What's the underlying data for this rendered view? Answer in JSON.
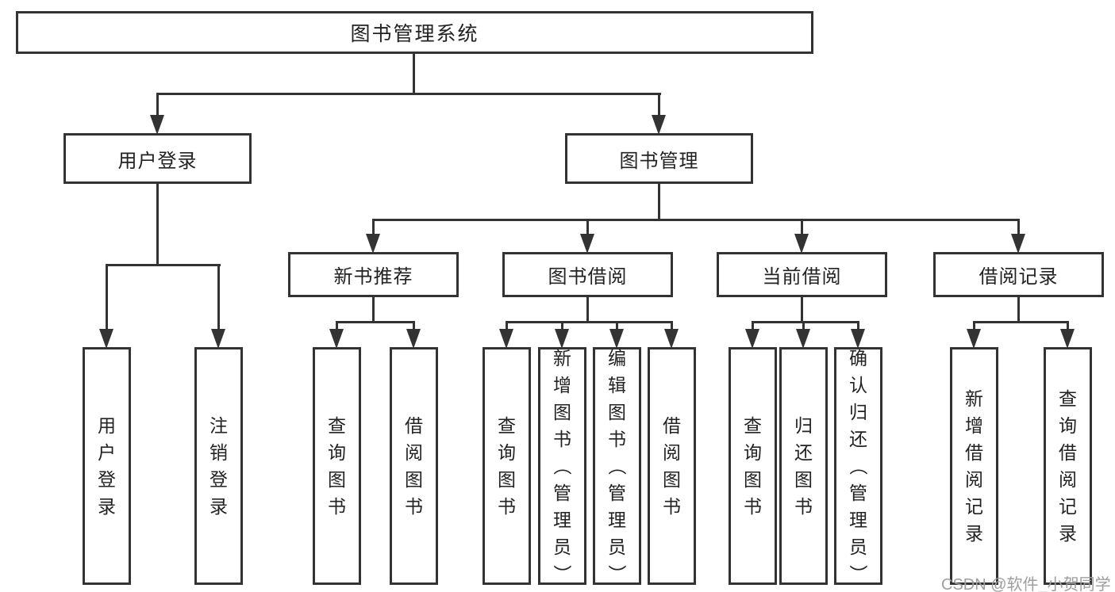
{
  "colors": {
    "line": "#333333",
    "text": "#222222",
    "watermark": "#9e9e9e",
    "background": "#ffffff"
  },
  "root": {
    "label": "图书管理系统"
  },
  "level2": [
    {
      "label": "用户登录"
    },
    {
      "label": "图书管理"
    }
  ],
  "level3": [
    {
      "label": "新书推荐"
    },
    {
      "label": "图书借阅"
    },
    {
      "label": "当前借阅"
    },
    {
      "label": "借阅记录"
    }
  ],
  "level4": [
    {
      "items": [
        "用户登录",
        "注销登录"
      ]
    },
    {
      "items": [
        "查询图书",
        "借阅图书"
      ]
    },
    {
      "items": [
        "查询图书",
        "新增图书（管理员）",
        "编辑图书（管理员）",
        "借阅图书"
      ]
    },
    {
      "items": [
        "查询图书",
        "归还图书",
        "确认归还（管理员）"
      ]
    },
    {
      "items": [
        "新增借阅记录",
        "查询借阅记录"
      ]
    }
  ],
  "watermark": {
    "label": "CSDN @软件_小贺同学"
  }
}
